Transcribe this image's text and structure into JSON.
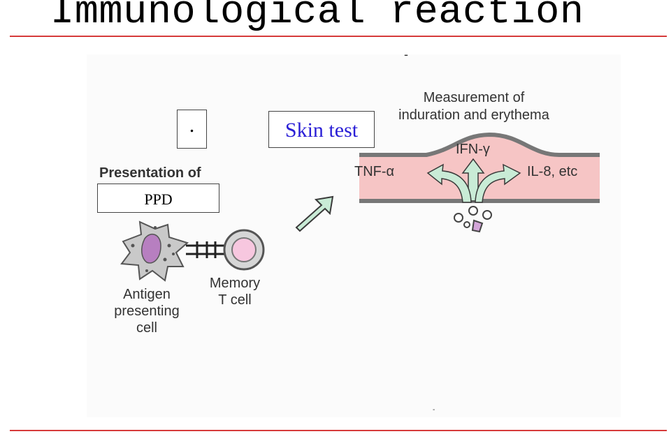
{
  "title": "Immunological reaction",
  "colors": {
    "rule": "#d63a3a",
    "skin_fill": "#f6c5c5",
    "arrow_fill": "#c9ebd6",
    "arrow_stroke": "#3a3a3a",
    "apc_fill": "#c9c9c9",
    "apc_nucleus": "#b77fc0",
    "tcell_nucleus": "#f7c7df",
    "skin_test_text": "#2a1fd6"
  },
  "boxes": {
    "dot": ".",
    "skin_test": "Skin test",
    "ppd": "PPD"
  },
  "labels": {
    "presentation_of": "Presentation of",
    "measurement_line1": "Measurement of",
    "measurement_line2": "induration and erythema",
    "tnf": "TNF-α",
    "ifn": "IFN-γ",
    "il8": "IL-8, etc",
    "apc_line1": "Antigen",
    "apc_line2": "presenting",
    "apc_line3": "cell",
    "tcell_line1": "Memory",
    "tcell_line2": "T cell",
    "top_mark": "-",
    "bottom_mark": "-"
  }
}
